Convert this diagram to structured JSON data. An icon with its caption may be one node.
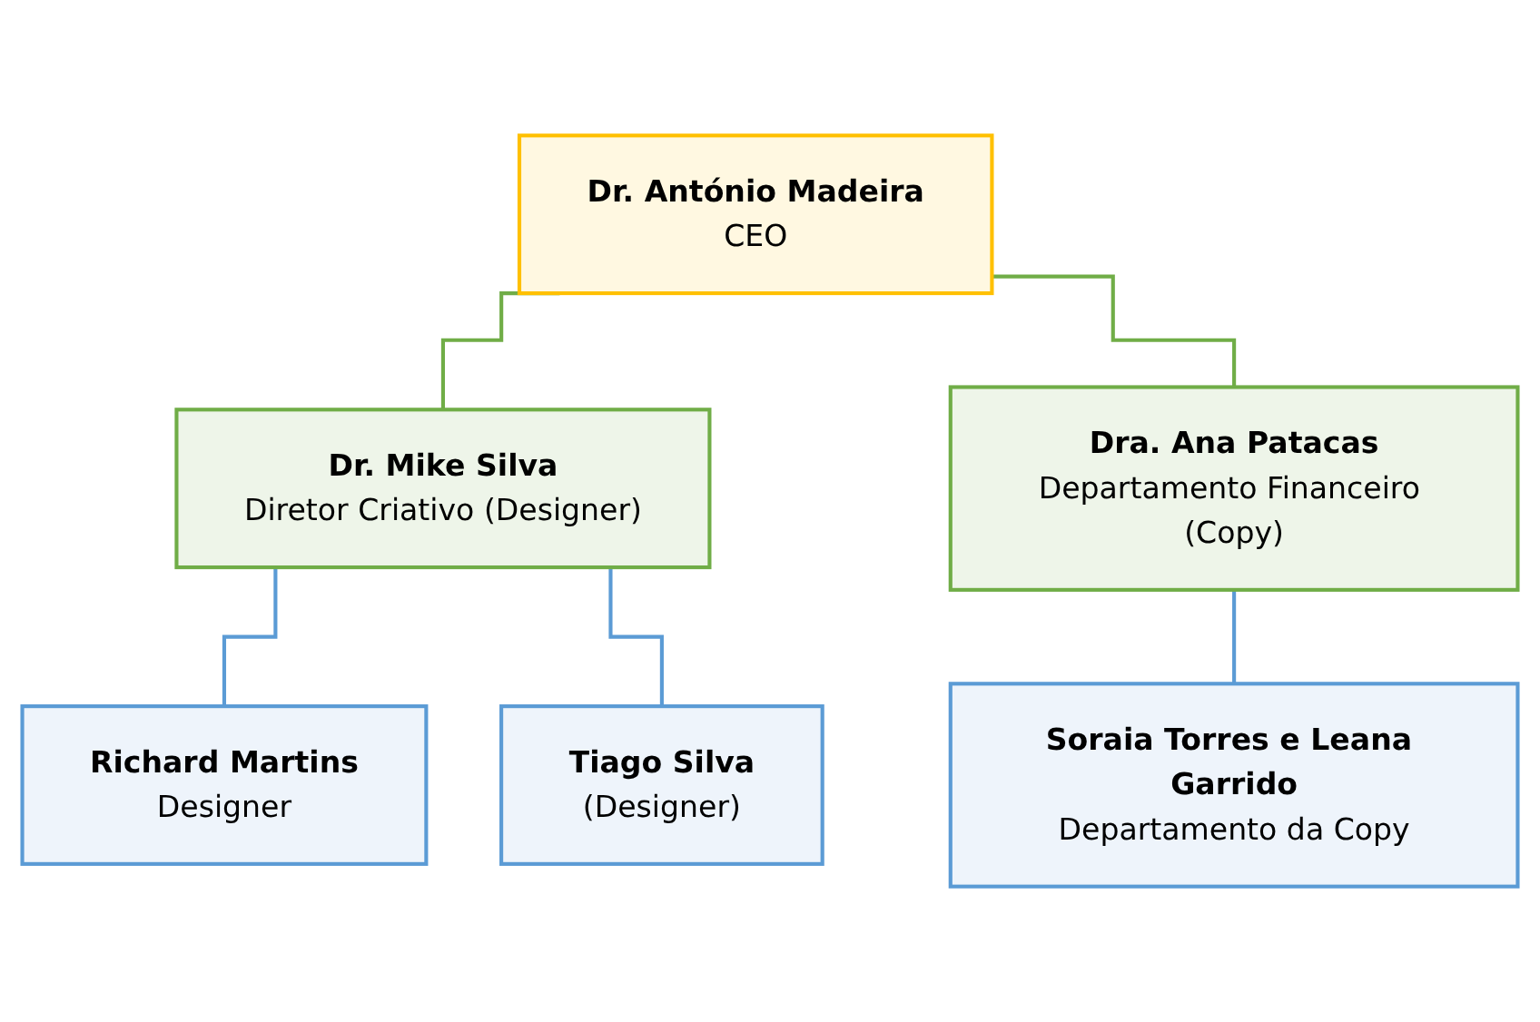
{
  "diagram": {
    "nodes": [
      {
        "text": [
          "Dr. António Madeira",
          "CEO"
        ]
      },
      {
        "text": [
          "Dr. Mike Silva",
          "Diretor Criativo (Designer)"
        ]
      },
      {
        "text": [
          "Dra. Ana Patacas",
          "Departamento Financeiro (Copy)"
        ]
      },
      {
        "text": [
          "Richard Martins",
          "Designer"
        ]
      },
      {
        "text": [
          "Tiago Silva",
          "(Designer)"
        ]
      },
      {
        "text": [
          "Soraia Torres e Leana Garrido",
          "Departamento da Copy"
        ]
      }
    ],
    "edges": [
      {
        "from": 0,
        "to": 1,
        "arrow": "none",
        "color": "#70ad47"
      },
      {
        "from": 0,
        "to": 2,
        "arrow": "none",
        "color": "#70ad47"
      },
      {
        "from": 1,
        "to": 3,
        "arrow": "none"
      },
      {
        "from": 1,
        "to": 4,
        "arrow": "none"
      },
      {
        "from": 2,
        "to": 5,
        "arrow": "none"
      }
    ]
  }
}
